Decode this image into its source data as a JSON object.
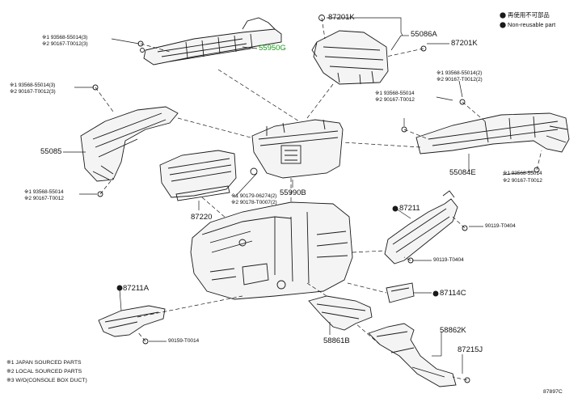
{
  "legend": {
    "reusable_label": "再使用不可部品",
    "non_reusable_label": "Non-reusable part"
  },
  "labels": {
    "p55950G": "55950G",
    "p87201K_top": "87201K",
    "p55086A": "55086A",
    "p87201K_right": "87201K",
    "p55085": "55085",
    "p55084E": "55084E",
    "p55990B": "55990B",
    "p87220": "87220",
    "p87211": "87211",
    "p90119_T0404_a": "90119-T0404",
    "p90119_T0404_b": "90119-T0404",
    "p87114C": "87114C",
    "p87211A": "87211A",
    "p90159_T0014": "90159-T0014",
    "p58861B": "58861B",
    "p58862K": "58862K",
    "p87215J": "87215J"
  },
  "sublabels": {
    "tl_1": "※1 93568-55014(3)",
    "tl_2": "※2 90167-T0012(3)",
    "ml_1": "※1 93568-55014(3)",
    "ml_2": "※2 90167-T0012(3)",
    "ll_1": "※1 93568-55014",
    "ll_2": "※2 90167-T0012",
    "cl_1": "※1 90179-06274(2)",
    "cl_2": "※2 90178-T0007(2)",
    "rt_1": "※1 93568-55014(2)",
    "rt_2": "※2 90167-T0012(2)",
    "rm_1": "※1 93568-55014",
    "rm_2": "※2 90167-T0012",
    "rb_1": "※1 93568-55014",
    "rb_2": "※2 90167-T0012"
  },
  "footnotes": [
    "※1 JAPAN SOURCED PARTS",
    "※2 LOCAL SOURCED PARTS",
    "※3 W/O(CONSOLE BOX DUCT)"
  ],
  "diagram_code": "87897C",
  "colors": {
    "line": "#1a1a1a",
    "highlight": "#1a9a1a",
    "background": "#ffffff"
  }
}
